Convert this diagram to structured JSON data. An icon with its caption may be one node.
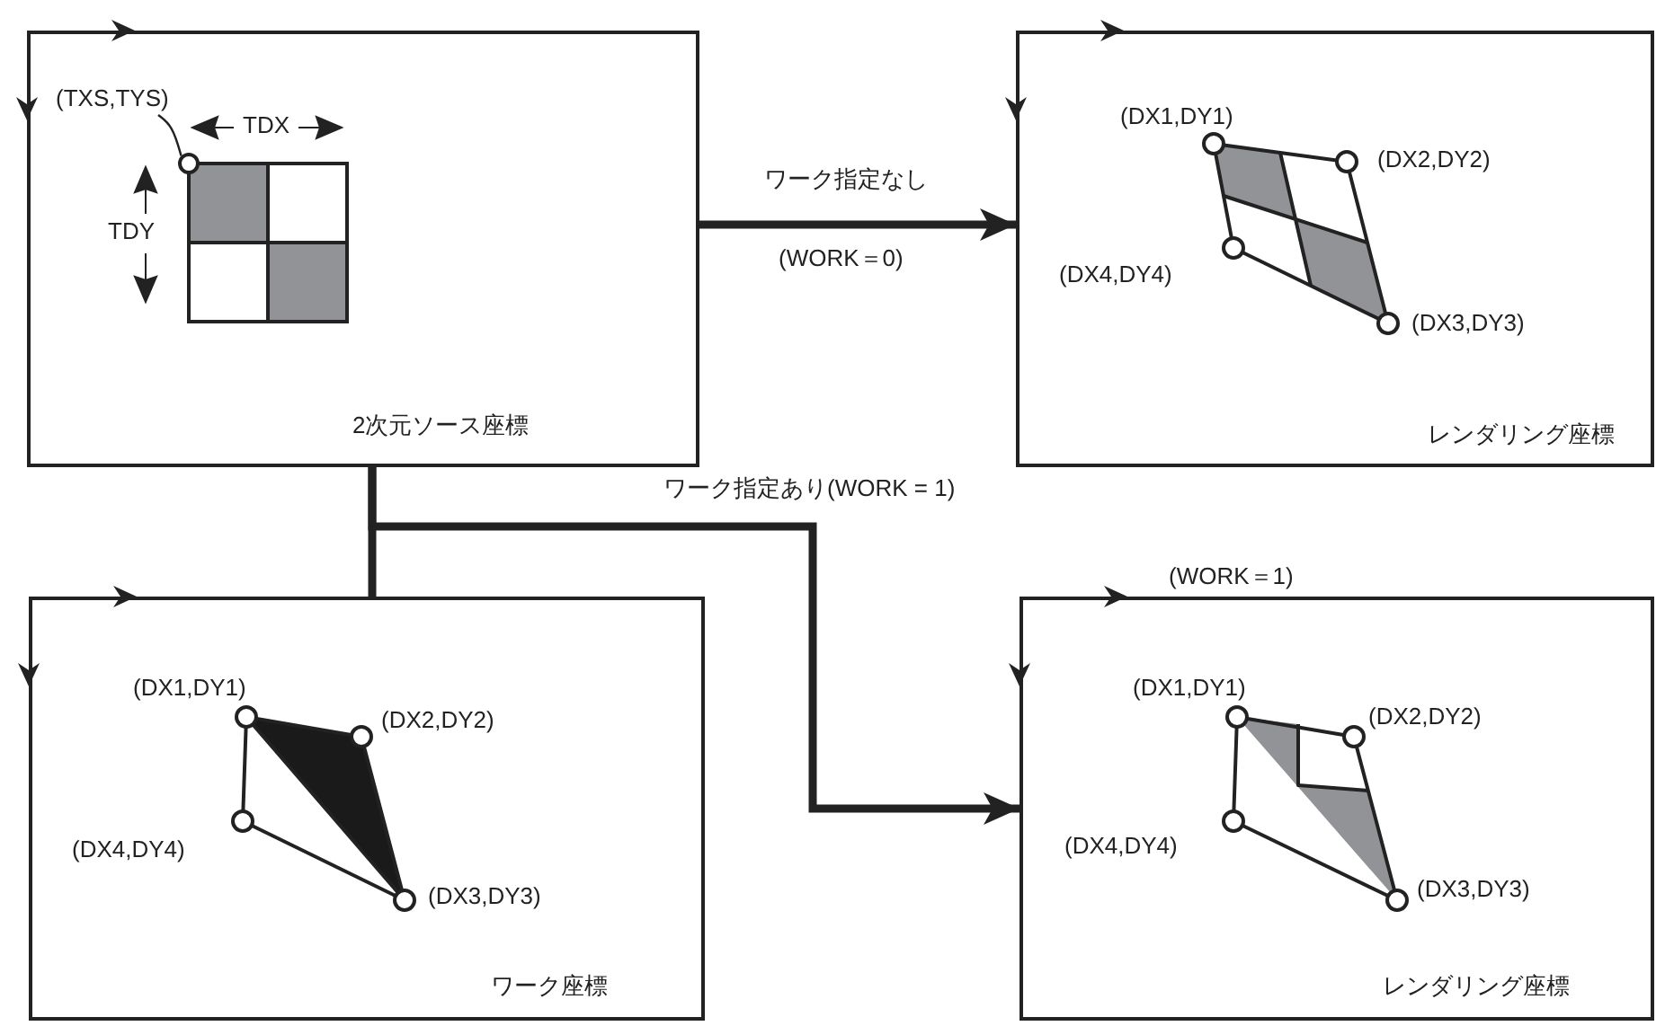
{
  "diagram": {
    "nodes": [
      {
        "text": [
          "2次元ソース座標"
        ]
      },
      {
        "text": [
          "(TXS,TYS)"
        ],
        "in": 0
      },
      {
        "text": [],
        "shape": "circle",
        "in": 0
      },
      {
        "text": [
          "(DX1,DY1)",
          "(DX2,DY2)",
          "(DX4,DY4)",
          "(DX3,DY3)",
          "レンダリング座標"
        ]
      },
      {
        "text": [
          "(DX1,DY1)",
          "(DX2,DY2)",
          "(DX4,DY4)",
          "(DX3,DY3)",
          "ワーク座標"
        ]
      },
      {
        "text": [
          "(DX1,DY1)",
          "(DX2,DY2)",
          "(DX4,DY4)",
          "(DX3,DY3)",
          "レンダリング座標"
        ],
        "beside": [
          "(WORK＝1)"
        ]
      }
    ],
    "edges": [
      {
        "from": 0,
        "to": 3,
        "arrow": "to",
        "label": "ワーク指定なし"
      },
      {
        "from": 0,
        "to": 4,
        "arrow": "none"
      },
      {
        "from": 0,
        "to": 5,
        "arrow": "to",
        "label": "ワーク指定あり(WORK = 1)"
      },
      {
        "from": 1,
        "to": 2,
        "arrow": "none"
      }
    ],
    "labels": [
      "TDX",
      "TDY",
      "(WORK＝0)"
    ]
  }
}
